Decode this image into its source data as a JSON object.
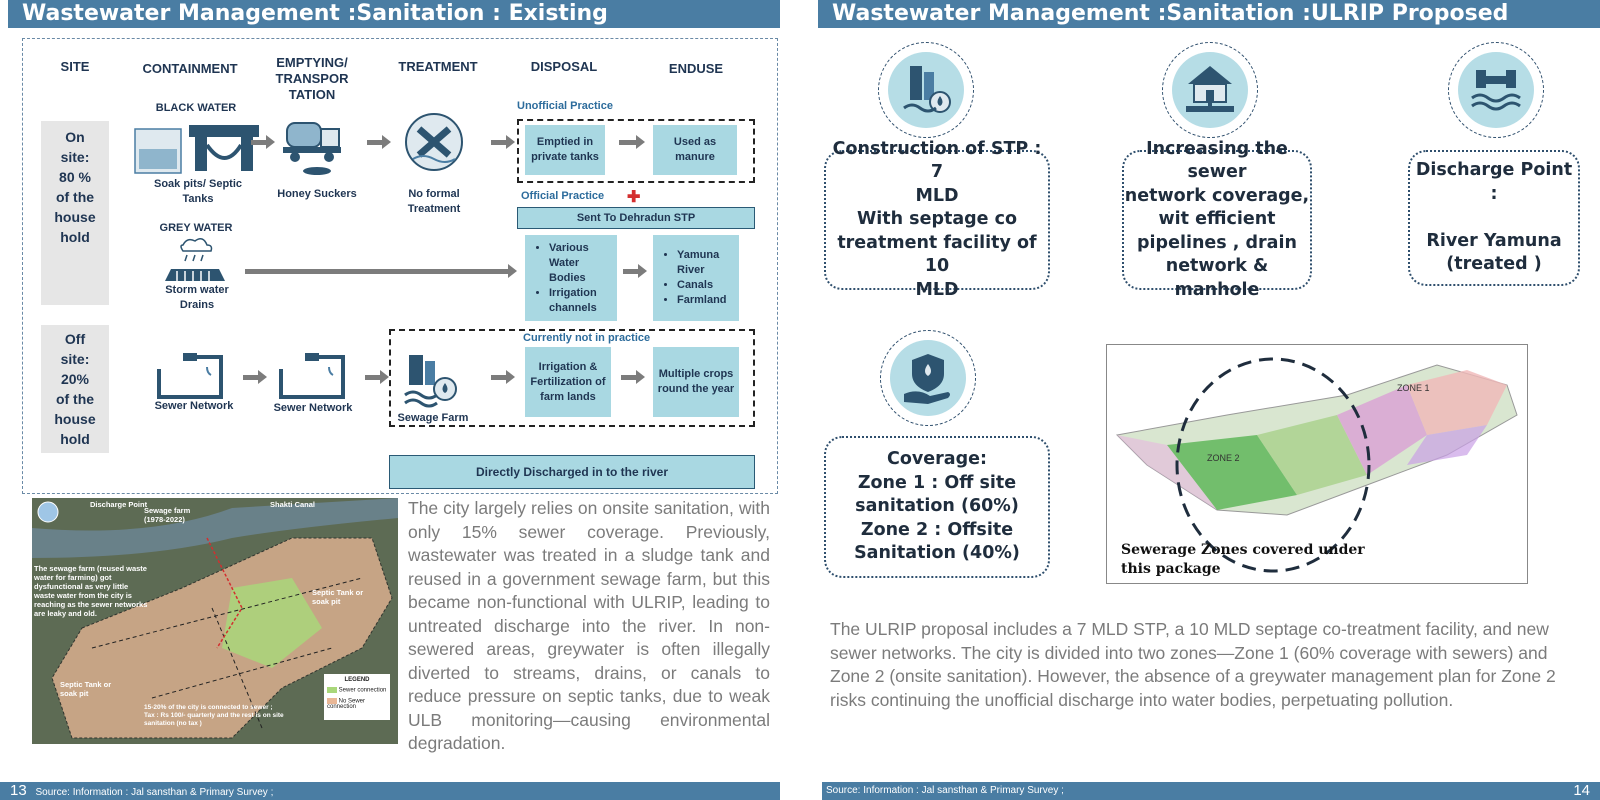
{
  "left": {
    "title": "Wastewater Management :Sanitation : Existing",
    "columns": [
      "SITE",
      "CONTAINMENT",
      "EMPTYING/\nTRANSPOR\nTATION",
      "TREATMENT",
      "DISPOSAL",
      "ENDUSE"
    ],
    "onsite": "On\nsite:\n80 %\nof the\nhouse\nhold",
    "offsite": "Off\nsite:\n20%\nof the\nhouse\nhold",
    "black_water": "BLACK WATER",
    "soak_pits": "Soak pits/ Septic\nTanks",
    "honey_suckers": "Honey Suckers",
    "no_formal": "No formal\nTreatment",
    "grey_water": "GREY WATER",
    "storm_drains": "Storm water\nDrains",
    "unofficial": "Unofficial Practice",
    "emptied": "Emptied in\nprivate tanks",
    "manure": "Used as\nmanure",
    "official": "Official Practice",
    "sent_stp": "Sent To Dehradun STP",
    "various": [
      "Various Water Bodies",
      "Irrigation channels"
    ],
    "yamuna": [
      "Yamuna River",
      "Canals",
      "Farmland"
    ],
    "not_practice": "Currently not in practice",
    "sewer_network_1": "Sewer Network",
    "sewer_network_2": "Sewer Network",
    "sewage_farm": "Sewage Farm",
    "irrigation": "Irrigation &\nFertilization of\nfarm lands",
    "crops": "Multiple crops\nround the year",
    "directly": "Directly Discharged in to the river",
    "map": {
      "discharge_point": "Discharge Point",
      "sewage_farm": "Sewage farm\n(1978-2022)",
      "shakti_canal": "Shakti Canal",
      "note1": "The sewage farm (reused waste\nwater for farming) got\ndysfunctional as very little\nwaste water from the city is\nreaching as the sewer networks\nare leaky and old.",
      "septic_right": "Septic Tank or\nsoak pit",
      "septic_left": "Septic Tank or\nsoak pit",
      "note2": "15-20% of the city is connected to sewer ;\nTax : Rs 100/- quarterly and the rest is on site\nsanitation (no tax )",
      "legend_title": "LEGEND",
      "legend_1": "Sewer connection",
      "legend_2": "No Sewer connection"
    },
    "paragraph": "The city largely relies on onsite sanitation, with only 15% sewer coverage. Previously, wastewater was treated in a sludge tank and reused in a government sewage farm, but this became non-functional with ULRIP, leading to untreated discharge into the river. In non-sewered areas, greywater is often illegally diverted to streams, drains, or canals to reduce pressure on septic tanks, due to weak ULB monitoring—causing environmental degradation.",
    "page": "13",
    "source": "Source: Information : Jal sansthan & Primary Survey ;"
  },
  "right": {
    "title": "Wastewater Management :Sanitation :ULRIP Proposed",
    "box1": "Construction of STP : 7\nMLD\nWith septage co\ntreatment facility of 10\nMLD",
    "box2": "Increasing the sewer\nnetwork coverage,\nwit efficient\npipelines , drain\nnetwork & manhole",
    "box3": "Discharge Point :\n\nRiver Yamuna\n(treated )",
    "box4": "Coverage:\nZone 1 : Off site\nsanitation (60%)\nZone 2 : Offsite\nSanitation (40%)",
    "map_caption": "Sewerage Zones covered under\nthis package",
    "zone1": "ZONE 1",
    "zone2": "ZONE 2",
    "paragraph": "The ULRIP proposal includes a 7 MLD STP, a 10 MLD septage co-treatment facility, and new sewer networks. The city is divided into two zones—Zone 1 (60% coverage with sewers) and Zone 2 (onsite sanitation). However, the absence of a greywater management plan for Zone 2 risks continuing the unofficial discharge into water bodies, perpetuating pollution.",
    "page": "14",
    "source": "Source: Information : Jal sansthan & Primary Survey ;"
  },
  "colors": {
    "header": "#4a7da3",
    "box": "#a9d8e2",
    "icon_bg": "#b6dde6"
  }
}
